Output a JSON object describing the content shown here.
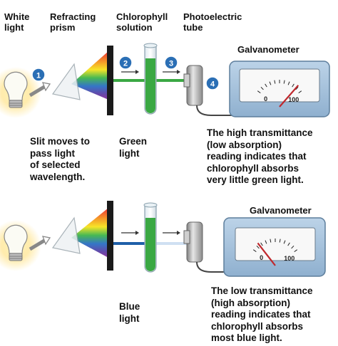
{
  "labels": {
    "white_light": [
      "White",
      "light"
    ],
    "prism": [
      "Refracting",
      "prism"
    ],
    "chlorophyll": [
      "Chlorophyll",
      "solution"
    ],
    "phototube": [
      "Photoelectric",
      "tube"
    ],
    "galvanometer_top": "Galvanometer",
    "galvanometer_bottom": "Galvanometer",
    "slit": [
      "Slit moves to",
      "pass light",
      "of selected",
      "wavelength."
    ],
    "green_light": [
      "Green",
      "light"
    ],
    "blue_light": [
      "Blue",
      "light"
    ]
  },
  "steps": [
    "1",
    "2",
    "3",
    "4"
  ],
  "meters": {
    "top": {
      "min": "0",
      "max": "100",
      "needle_fraction": 0.88
    },
    "bottom": {
      "min": "0",
      "max": "100",
      "needle_fraction": 0.15
    }
  },
  "captions": {
    "top": [
      "The high transmittance",
      "(low absorption)",
      "reading indicates that",
      "chlorophyll absorbs",
      "very little green light."
    ],
    "bottom": [
      "The low transmittance",
      "(high absorption)",
      "reading indicates that",
      "chlorophyll absorbs",
      "most blue light."
    ]
  },
  "colors": {
    "step_badge": "#2b6fb5",
    "meter_body": "#a9c4dd",
    "green_beam": "#3aa843",
    "blue_beam": "#1f5fa8",
    "solution": "#3aa843",
    "needle": "#c0282d"
  }
}
